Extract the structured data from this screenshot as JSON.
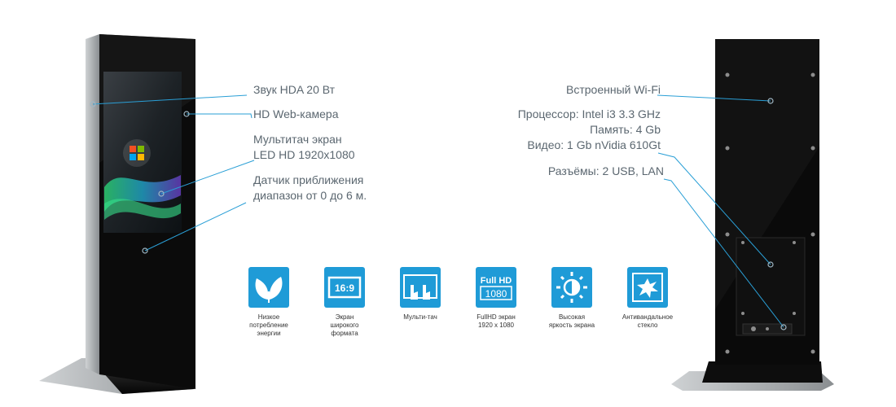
{
  "left_callouts": [
    {
      "text": "Звук HDA 20 Вт"
    },
    {
      "text": "HD Web-камера"
    },
    {
      "line1": "Мультитач экран",
      "line2": "LED HD 1920x1080"
    },
    {
      "line1": "Датчик приближения",
      "line2": "диапазон от 0 до 6 м."
    }
  ],
  "right_callouts": {
    "wifi": "Встроенный Wi-Fi",
    "cpu": "Процессор: Intel i3 3.3 GHz",
    "memory": "Память: 4 Gb",
    "video": "Видео: 1 Gb nVidia 610Gt",
    "ports": "Разъёмы: 2 USB, LAN"
  },
  "features": [
    {
      "icon": "leaf-icon",
      "caption_lines": [
        "Низкое",
        "потребление",
        "энергии"
      ]
    },
    {
      "icon": "widescreen-icon",
      "icon_text": "16:9",
      "caption_lines": [
        "Экран",
        "широкого",
        "формата"
      ]
    },
    {
      "icon": "multitouch-icon",
      "caption_lines": [
        "Мульти-тач"
      ]
    },
    {
      "icon": "fullhd-icon",
      "icon_text_top": "Full HD",
      "icon_text_bottom": "1080",
      "caption_lines": [
        "FullHD экран",
        "1920 x 1080"
      ]
    },
    {
      "icon": "brightness-icon",
      "caption_lines": [
        "Высокая",
        "яркость экрана"
      ]
    },
    {
      "icon": "shatter-icon",
      "caption_lines": [
        "Антивандальное",
        "стекло"
      ]
    }
  ],
  "colors": {
    "accent": "#1f9bd7",
    "callout_text": "#5b6770",
    "leader_line": "#2a9fd6"
  }
}
